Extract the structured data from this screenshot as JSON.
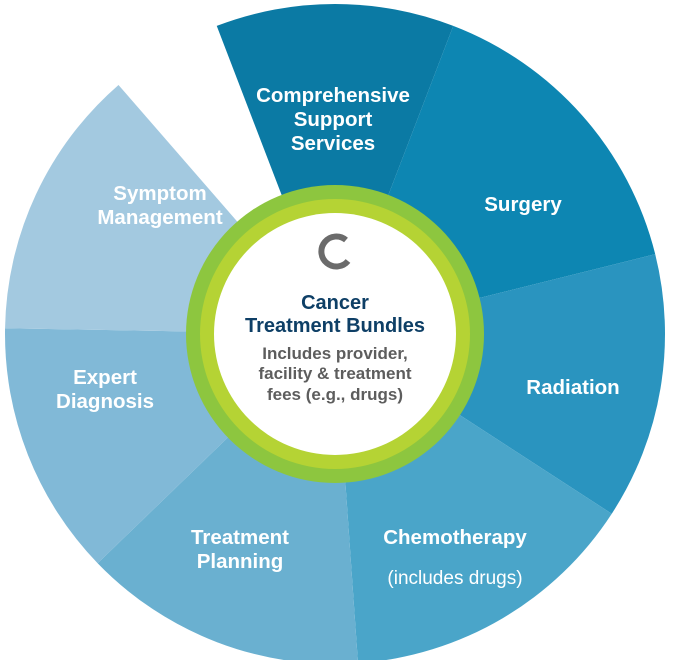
{
  "center": {
    "title": "Cancer\nTreatment Bundles",
    "subtitle": "Includes provider,\nfacility & treatment\nfees (e.g., drugs)",
    "logo_icon": "c-arc-logo-icon"
  },
  "segments": [
    {
      "title": "Comprehensive\nSupport\nServices",
      "sub": "",
      "color": "#0b7aa4"
    },
    {
      "title": "Surgery",
      "sub": "",
      "color": "#0d86b2"
    },
    {
      "title": "Radiation",
      "sub": "",
      "color": "#2a94bf"
    },
    {
      "title": "Chemotherapy",
      "sub": "(includes drugs)",
      "color": "#4aa5c9"
    },
    {
      "title": "Treatment\nPlanning",
      "sub": "",
      "color": "#6ab0d0"
    },
    {
      "title": "Expert\nDiagnosis",
      "sub": "",
      "color": "#81b9d7"
    },
    {
      "title": "Symptom\nManagement",
      "sub": "",
      "color": "#a3c9e0"
    }
  ],
  "colors": {
    "ring_outer": "#8dc63f",
    "ring_inner": "#b5d334",
    "center_fill": "#ffffff",
    "title_color": "#0e3f66",
    "subtitle_color": "#5d5d5d",
    "logo_color": "#6b6b6b"
  }
}
